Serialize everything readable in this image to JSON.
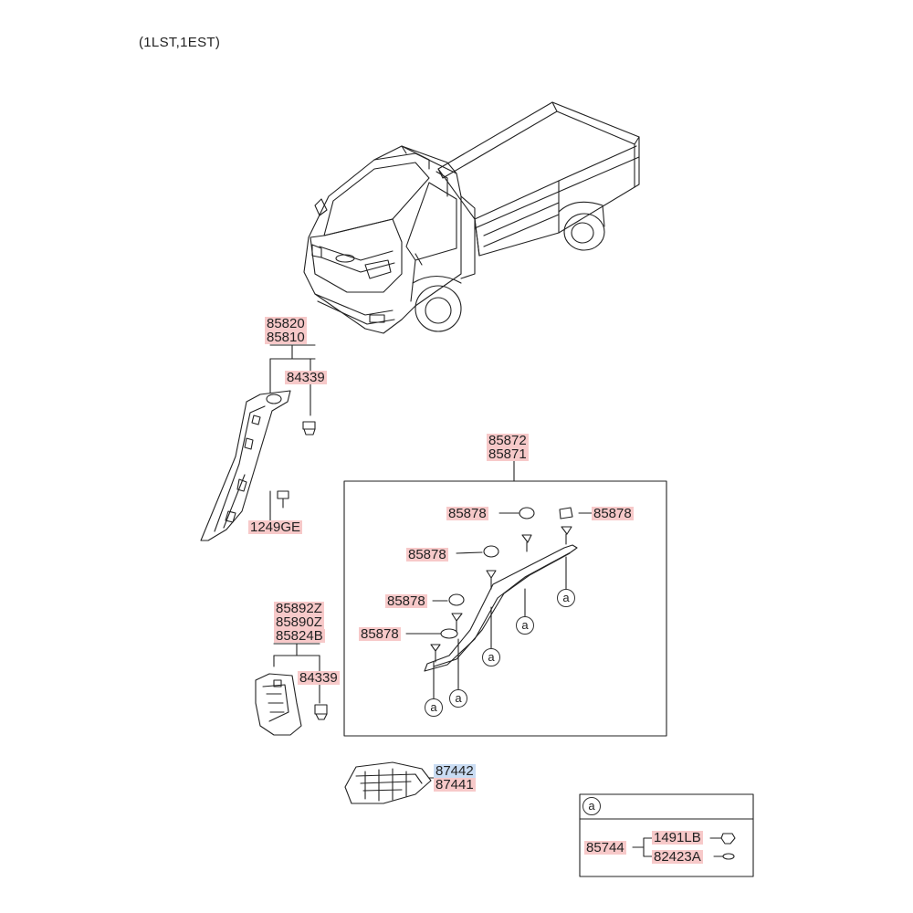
{
  "variant_note": "(1LST,1EST)",
  "labels": {
    "p85820": "85820",
    "p85810": "85810",
    "p84339_a": "84339",
    "p1249GE": "1249GE",
    "p85872": "85872",
    "p85871": "85871",
    "p85878_1": "85878",
    "p85878_2": "85878",
    "p85878_3": "85878",
    "p85878_4": "85878",
    "p85878_5": "85878",
    "p85892Z": "85892Z",
    "p85890Z": "85890Z",
    "p85824B": "85824B",
    "p84339_b": "84339",
    "p87442": "87442",
    "p87441": "87441",
    "p85744": "85744",
    "p1491LB": "1491LB",
    "p82423A": "82423A"
  },
  "ref_marker": "a",
  "colors": {
    "label_highlight": "#f7c9c9",
    "label_highlight_selected": "#c9dcf3",
    "line": "#222222"
  }
}
